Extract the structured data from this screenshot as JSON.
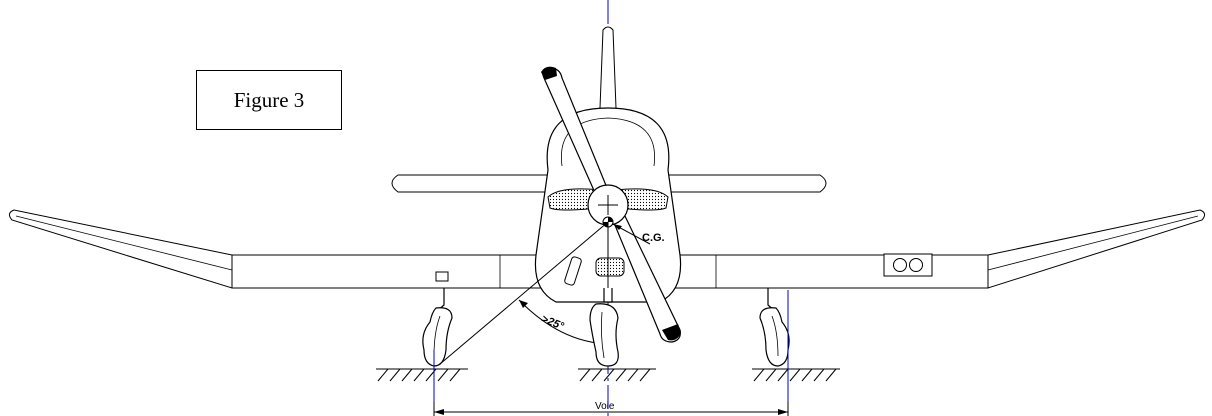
{
  "figure": {
    "label": "Figure 3"
  },
  "labels": {
    "cg": "C.G.",
    "angle": ">25°",
    "track": "Voie"
  },
  "colors": {
    "line": "#000000",
    "centerline": "#0000cc",
    "background": "#ffffff"
  }
}
